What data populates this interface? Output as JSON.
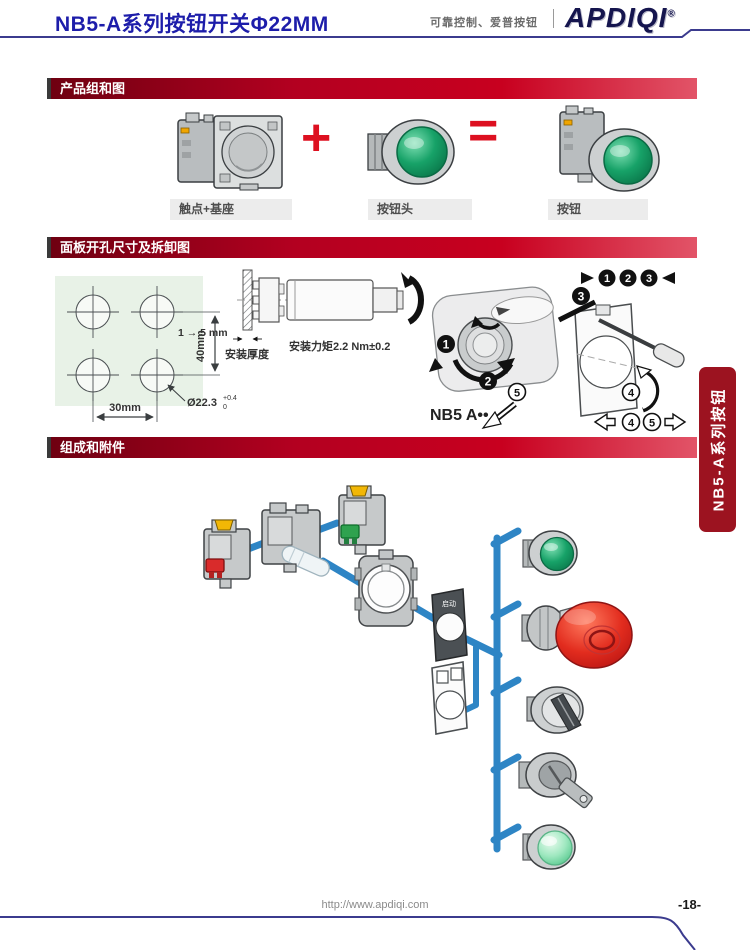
{
  "header": {
    "title": "NB5-A系列按钮开关Φ22MM",
    "tagline": "可靠控制、爱普按钮",
    "logo": "APDIQI",
    "logo_reg": "®"
  },
  "side_tab": {
    "label": "NB5-A系列按钮"
  },
  "section_combo": {
    "title": "产品组和图",
    "plus": "+",
    "equals": "=",
    "labels": [
      "触点+基座",
      "按钮头",
      "按钮"
    ]
  },
  "section_panel": {
    "title": "面板开孔尺寸及拆卸图",
    "dims": {
      "vertical": "40mm",
      "horizontal": "30mm",
      "hole": "Ø22.3",
      "tol_plus": "+0.4",
      "tol_zero": "0",
      "thickness_range": "1 → 5 mm",
      "thickness_label": "安装厚度",
      "torque_label": "安装力矩2.2 Nm±0.2"
    },
    "model": "NB5 A••",
    "steps": {
      "s1": "1",
      "s2": "2",
      "s3": "3",
      "s4": "4",
      "s5": "5"
    }
  },
  "section_parts": {
    "title": "组成和附件",
    "legend_text": "启动"
  },
  "footer": {
    "url": "http://www.apdiqi.com",
    "page": "-18-"
  },
  "colors": {
    "accent_red": "#c00020",
    "title_blue": "#1d1daa",
    "line_navy": "#3b3b8e",
    "connector_blue": "#2e85c5",
    "tab_red": "#9c1320",
    "panel_green": "#e8f2e7"
  }
}
